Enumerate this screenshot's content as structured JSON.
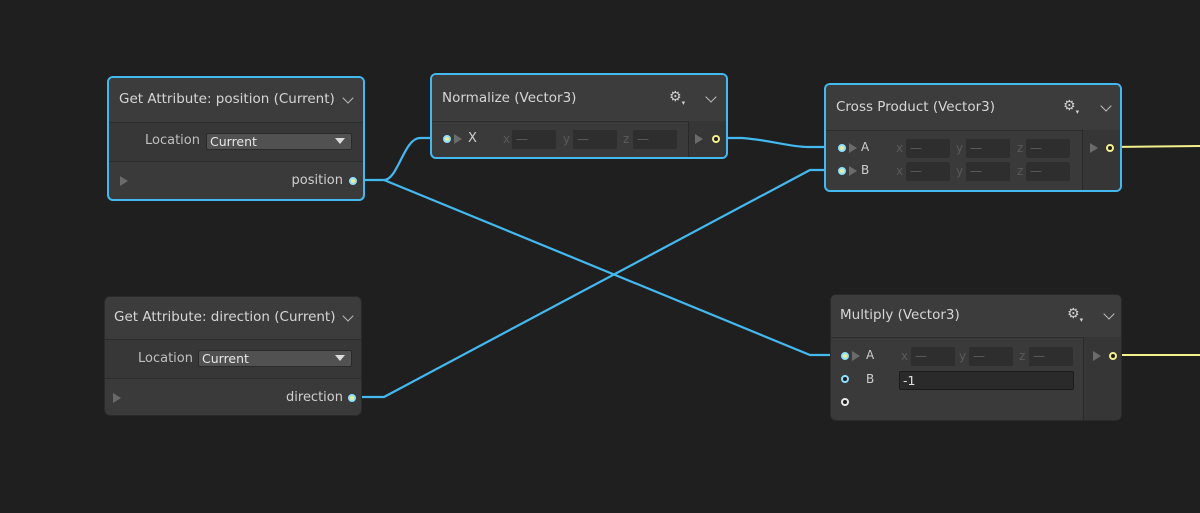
{
  "colors": {
    "background": "#1f1f1f",
    "selection": "#44b9ef",
    "vector_wire": "#44b9ef",
    "output_wire": "#f5f08e"
  },
  "nodes": {
    "get_position": {
      "title": "Get Attribute: position (Current)",
      "location_label": "Location",
      "location_value": "Current",
      "output_label": "position"
    },
    "get_direction": {
      "title": "Get Attribute: direction (Current)",
      "location_label": "Location",
      "location_value": "Current",
      "output_label": "direction"
    },
    "normalize": {
      "title": "Normalize (Vector3)",
      "input_label": "X",
      "axis_x": "x",
      "axis_y": "y",
      "axis_z": "z",
      "empty": "—"
    },
    "cross_product": {
      "title": "Cross Product (Vector3)",
      "input_a": "A",
      "input_b": "B",
      "axis_x": "x",
      "axis_y": "y",
      "axis_z": "z",
      "empty": "—"
    },
    "multiply": {
      "title": "Multiply (Vector3)",
      "input_a": "A",
      "input_b": "B",
      "b_value": "-1",
      "axis_x": "x",
      "axis_y": "y",
      "axis_z": "z",
      "empty": "—"
    }
  },
  "icons": {
    "settings": "gear-icon",
    "collapse": "chevron-down-icon",
    "expand": "triangle-right-icon"
  }
}
